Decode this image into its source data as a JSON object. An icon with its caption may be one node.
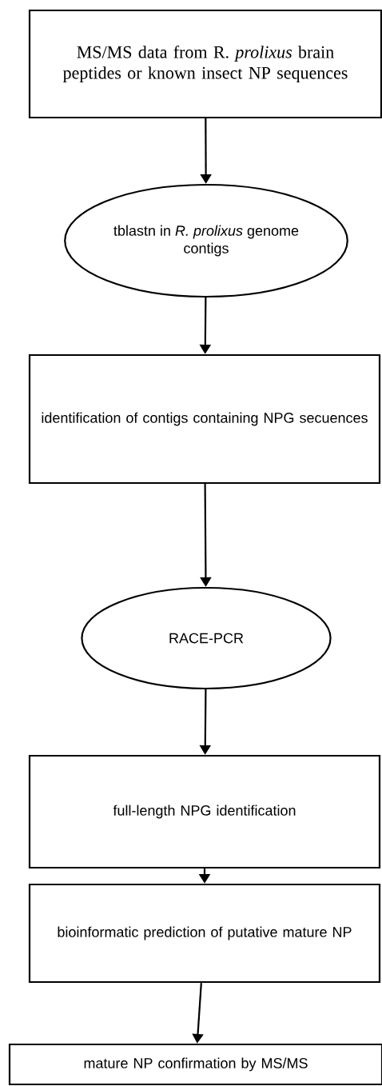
{
  "diagram": {
    "nodes": [
      {
        "text": [
          "MS/MS data from R. *prolixus* brain peptides or known insect NP sequences"
        ]
      },
      {
        "text": [
          "tblastn in *R. prolixus* genome contigs"
        ]
      },
      {
        "text": [
          "identification of contigs containing NPG secuences"
        ]
      },
      {
        "text": [
          "RACE-PCR"
        ]
      },
      {
        "text": [
          "full-length NPG identification"
        ]
      },
      {
        "text": [
          "bioinformatic prediction of putative mature NP"
        ]
      },
      {
        "text": [
          "mature NP confirmation by MS/MS"
        ]
      }
    ],
    "edges": [
      {
        "from": 0,
        "to": 1,
        "arrow": "to"
      },
      {
        "from": 1,
        "to": 2,
        "arrow": "to"
      },
      {
        "from": 2,
        "to": 3,
        "arrow": "to"
      },
      {
        "from": 3,
        "to": 4,
        "arrow": "to"
      },
      {
        "from": 4,
        "to": 5,
        "arrow": "to"
      },
      {
        "from": 5,
        "to": 6,
        "arrow": "to"
      }
    ]
  }
}
